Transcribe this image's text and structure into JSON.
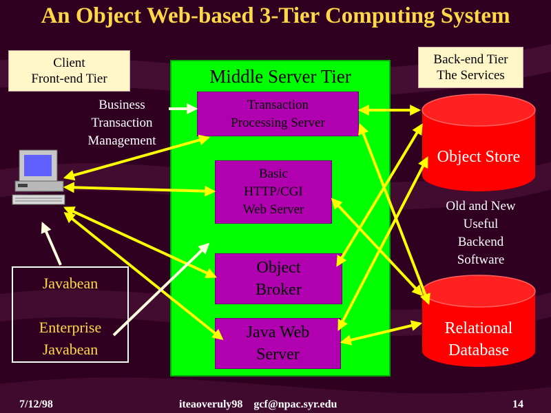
{
  "title": "An Object Web-based 3-Tier Computing System",
  "client_tier": {
    "label": "Client\nFront-end Tier"
  },
  "middle_tier": {
    "title": "Middle Server Tier",
    "boxes": {
      "tps": "Transaction\nProcessing Server",
      "http": "Basic\nHTTP/CGI\nWeb Server",
      "broker": "Object\nBroker",
      "javaweb": "Java Web\nServer"
    }
  },
  "backend_tier": {
    "label": "Back-end Tier\nThe Services",
    "object_store": "Object Store",
    "relational_db": "Relational\nDatabase",
    "software_note": "Old and New\nUseful\nBackend\nSoftware"
  },
  "business_note": "Business\nTransaction\nManagement",
  "javabean": {
    "label": "Javabean",
    "enterprise": "Enterprise\nJavabean"
  },
  "footer": {
    "date": "7/12/98",
    "source": "iteaoveruly98    gcf@npac.syr.edu",
    "page": "14"
  },
  "colors": {
    "background": "#300020",
    "title": "#ffd84a",
    "middle_tier": "#00ff00",
    "server_box": "#b000b0",
    "database": "#ff0000",
    "arrow": "#ffff00",
    "label_box": "#fff7c8"
  }
}
